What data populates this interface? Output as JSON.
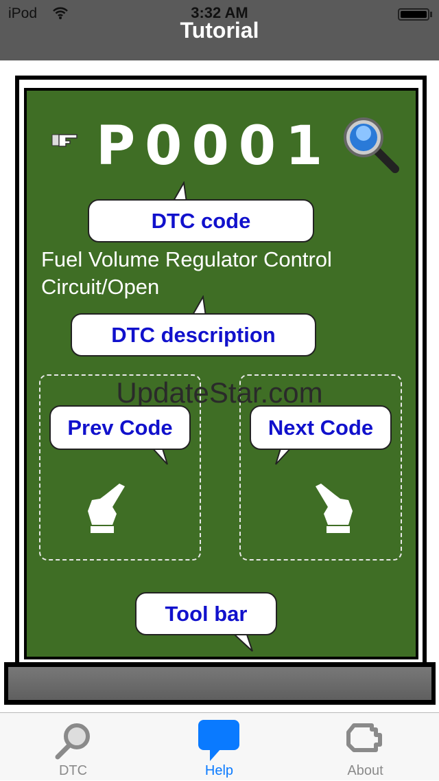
{
  "status_bar": {
    "carrier": "iPod",
    "time": "3:32 AM",
    "wifi_icon": "wifi-icon",
    "battery_icon": "battery-icon"
  },
  "nav": {
    "title": "Tutorial"
  },
  "board": {
    "dtc_code": "P0001",
    "dtc_description": "Fuel Volume Regulator Control Circuit/Open",
    "callouts": {
      "code": "DTC code",
      "description": "DTC description",
      "prev": "Prev Code",
      "next": "Next Code",
      "toolbar": "Tool bar"
    },
    "watermark": "UpdateStar.com",
    "colors": {
      "board": "#3f6e25",
      "callout_text": "#1111cc"
    }
  },
  "tabs": [
    {
      "label": "DTC",
      "icon": "magnifier-icon",
      "active": false
    },
    {
      "label": "Help",
      "icon": "speech-bubble-icon",
      "active": true
    },
    {
      "label": "About",
      "icon": "engine-icon",
      "active": false
    }
  ],
  "accent": "#0a7aff"
}
